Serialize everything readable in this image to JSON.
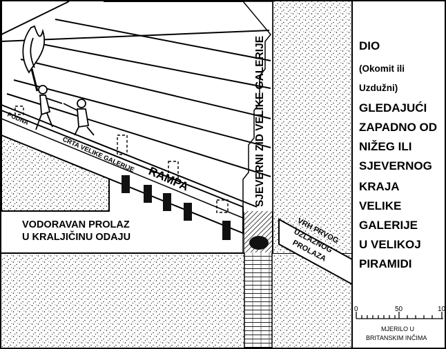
{
  "side_panel": {
    "title": "DIO",
    "sub1": "(Okomit ili",
    "sub2": "Uzdužni)",
    "line1": "GLEDAJUĆI",
    "line2": "ZAPADNO OD",
    "line3": "NIŽEG ILI",
    "line4": "SJEVERNOG",
    "line5": "KRAJA",
    "line6": "VELIKE",
    "line7": "GALERIJE",
    "line8": "U VELIKOJ",
    "line9": "PIRAMIDI"
  },
  "labels": {
    "north_wall": "SJEVERNI ZID VELIKE GALERIJE",
    "floor": "PODNA",
    "gallery_line": "CRTA VELIKE GALERIJE",
    "ramp": "RAMPA",
    "passage_line1": "VODORAVAN PROLAZ",
    "passage_line2": "U KRALJIČINU ODAJU",
    "ascending_line1": "VRH PRVOG",
    "ascending_line2": "UZLAZNOG",
    "ascending_line3": "PROLAZA"
  },
  "scale": {
    "tick_0": "0",
    "tick_50": "50",
    "tick_100": "10",
    "caption1": "MJERILO U",
    "caption2": "BRITANSKIM INČIMA"
  }
}
